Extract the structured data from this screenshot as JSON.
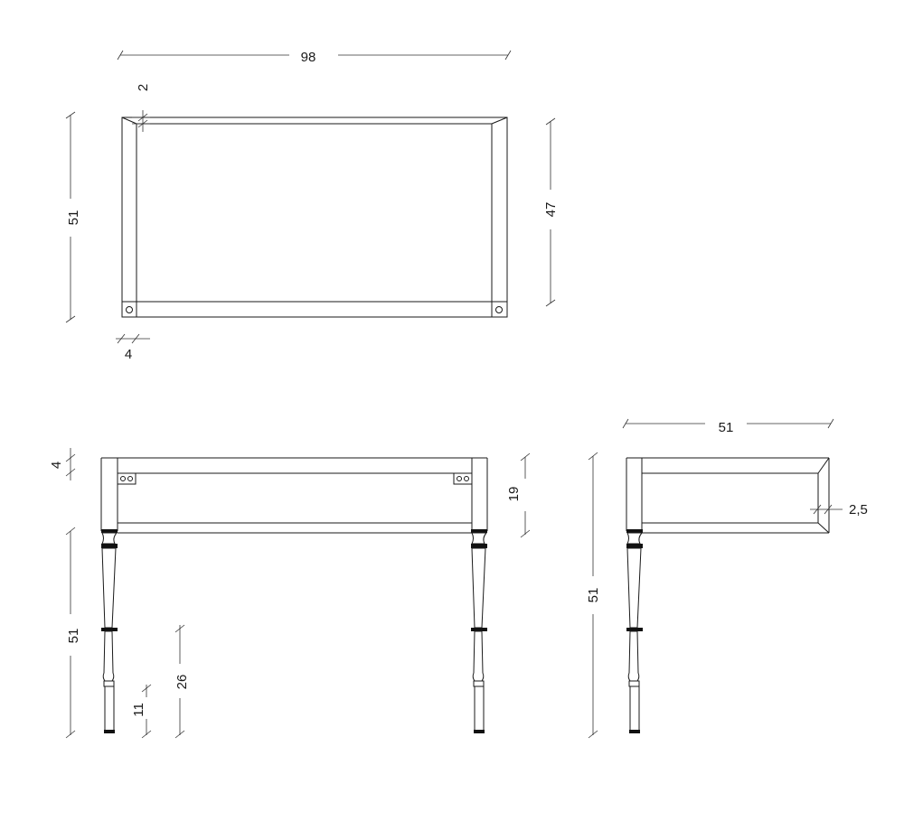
{
  "dimensions": {
    "top_width": "98",
    "top_depth": "51",
    "inner_depth": "47",
    "frame_thickness": "2",
    "corner_size": "4",
    "apron_height": "4",
    "rail_spacing": "19",
    "leg_height": "51",
    "lower_height": "26",
    "foot_height": "11",
    "side_depth": "51",
    "side_height": "51",
    "shelf_thickness": "2,5"
  }
}
